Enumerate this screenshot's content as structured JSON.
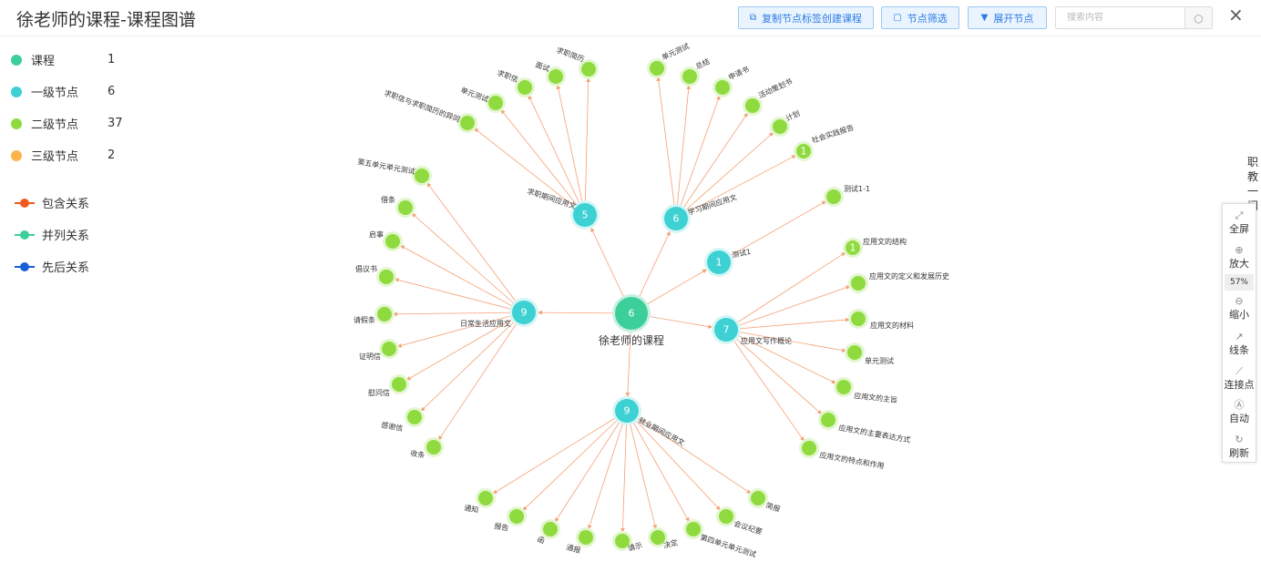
{
  "header": {
    "title": "徐老师的课程-课程图谱",
    "copy_btn": "复制节点标签创建课程",
    "filter_btn": "节点筛选",
    "expand_btn": "展开节点",
    "search_placeholder": "搜索内容",
    "close": "×"
  },
  "legend": {
    "items": [
      {
        "label": "课程",
        "count": "1",
        "color": "#3ccf9a"
      },
      {
        "label": "一级节点",
        "count": "6",
        "color": "#3dd1d4"
      },
      {
        "label": "二级节点",
        "count": "37",
        "color": "#8fdb3f"
      },
      {
        "label": "三级节点",
        "count": "2",
        "color": "#fcb44a"
      }
    ],
    "relations": [
      {
        "label": "包含关系",
        "color": "#f05a1e"
      },
      {
        "label": "并列关系",
        "color": "#3ccf9a"
      },
      {
        "label": "先后关系",
        "color": "#1a5fd8"
      }
    ]
  },
  "sidetext": "职教一问",
  "toolbar": {
    "fullscreen": "全屏",
    "zoom_in": "放大",
    "zoom_level": "57%",
    "zoom_out": "缩小",
    "lines": "线条",
    "connect": "连接点",
    "auto": "自动",
    "refresh": "刷新"
  },
  "graph": {
    "edge_color": "#f5a074",
    "root": {
      "label": "徐老师的课程",
      "number": "6",
      "color": "#3ccf9a"
    },
    "first_level": [
      {
        "id": "n5",
        "label": "求职期间应用文",
        "number": "5"
      },
      {
        "id": "n6",
        "label": "学习期间应用文",
        "number": "6"
      },
      {
        "id": "n1",
        "label": "测试1",
        "number": "1"
      },
      {
        "id": "n7",
        "label": "应用文写作概论",
        "number": "7"
      },
      {
        "id": "n9a",
        "label": "日常生活应用文",
        "number": "9"
      },
      {
        "id": "n9b",
        "label": "就业期间应用文",
        "number": "9"
      }
    ],
    "second_level": [
      {
        "parent": "n5",
        "label": "求职信与求职简历的异同",
        "number": ""
      },
      {
        "parent": "n5",
        "label": "单元测试",
        "number": ""
      },
      {
        "parent": "n5",
        "label": "求职信",
        "number": ""
      },
      {
        "parent": "n5",
        "label": "面试",
        "number": ""
      },
      {
        "parent": "n5",
        "label": "求职简历",
        "number": ""
      },
      {
        "parent": "n6",
        "label": "单元测试",
        "number": ""
      },
      {
        "parent": "n6",
        "label": "总结",
        "number": ""
      },
      {
        "parent": "n6",
        "label": "申请书",
        "number": ""
      },
      {
        "parent": "n6",
        "label": "活动策划书",
        "number": ""
      },
      {
        "parent": "n6",
        "label": "计划",
        "number": ""
      },
      {
        "parent": "n6",
        "label": "社会实践报告",
        "number": "1"
      },
      {
        "parent": "n1",
        "label": "测试1-1",
        "number": ""
      },
      {
        "parent": "n7",
        "label": "应用文的结构",
        "number": "1"
      },
      {
        "parent": "n7",
        "label": "应用文的定义和发展历史",
        "number": ""
      },
      {
        "parent": "n7",
        "label": "应用文的材料",
        "number": ""
      },
      {
        "parent": "n7",
        "label": "单元测试",
        "number": ""
      },
      {
        "parent": "n7",
        "label": "应用文的主旨",
        "number": ""
      },
      {
        "parent": "n7",
        "label": "应用文的主要表达方式",
        "number": ""
      },
      {
        "parent": "n7",
        "label": "应用文的特点和作用",
        "number": ""
      },
      {
        "parent": "n9a",
        "label": "第五单元单元测试",
        "number": ""
      },
      {
        "parent": "n9a",
        "label": "借条",
        "number": ""
      },
      {
        "parent": "n9a",
        "label": "启事",
        "number": ""
      },
      {
        "parent": "n9a",
        "label": "倡议书",
        "number": ""
      },
      {
        "parent": "n9a",
        "label": "请假条",
        "number": ""
      },
      {
        "parent": "n9a",
        "label": "证明信",
        "number": ""
      },
      {
        "parent": "n9a",
        "label": "慰问信",
        "number": ""
      },
      {
        "parent": "n9a",
        "label": "感谢信",
        "number": ""
      },
      {
        "parent": "n9a",
        "label": "收条",
        "number": ""
      },
      {
        "parent": "n9b",
        "label": "通知",
        "number": ""
      },
      {
        "parent": "n9b",
        "label": "报告",
        "number": ""
      },
      {
        "parent": "n9b",
        "label": "函",
        "number": ""
      },
      {
        "parent": "n9b",
        "label": "通报",
        "number": ""
      },
      {
        "parent": "n9b",
        "label": "请示",
        "number": ""
      },
      {
        "parent": "n9b",
        "label": "决定",
        "number": ""
      },
      {
        "parent": "n9b",
        "label": "第四单元单元测试",
        "number": ""
      },
      {
        "parent": "n9b",
        "label": "会议纪要",
        "number": ""
      },
      {
        "parent": "n9b",
        "label": "简报",
        "number": ""
      }
    ]
  }
}
